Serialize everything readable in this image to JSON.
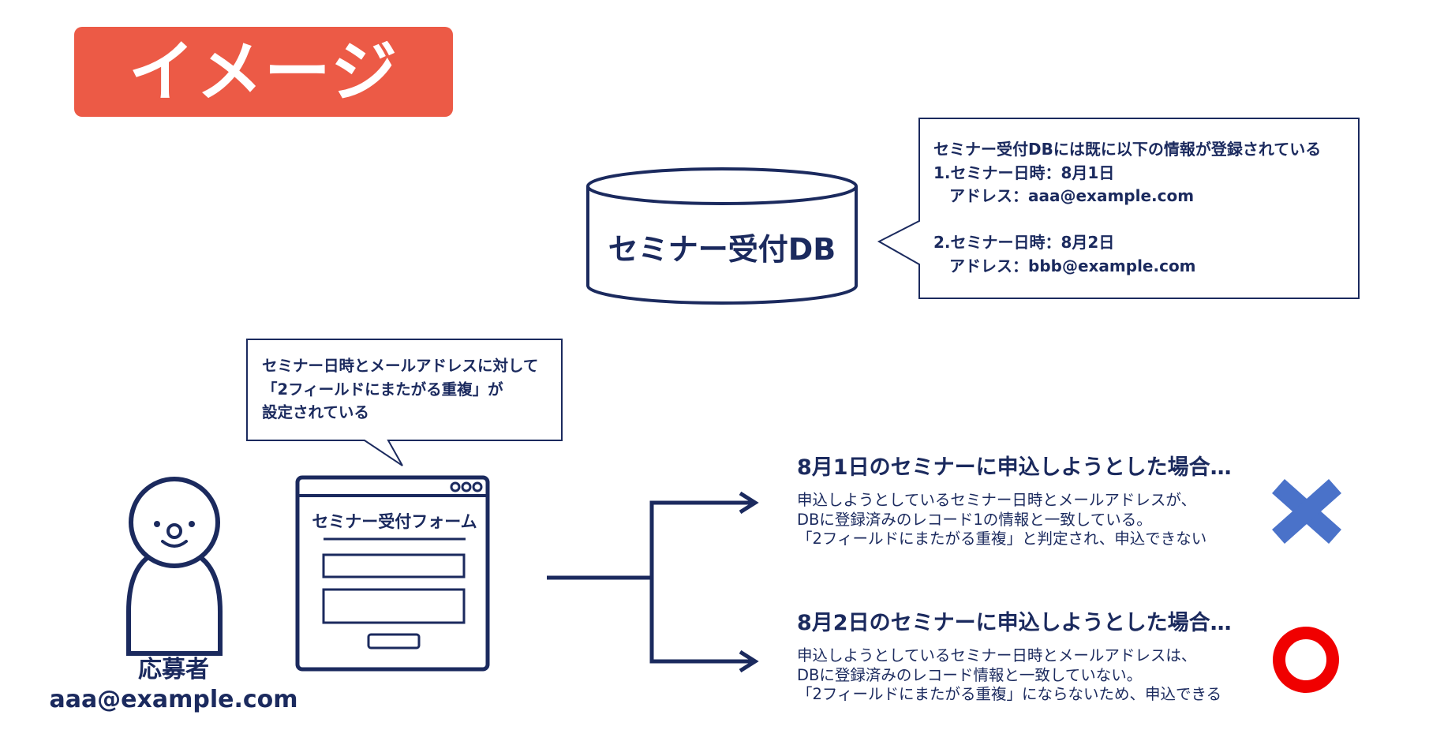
{
  "badge": {
    "label": "イメージ"
  },
  "database": {
    "label": "セミナー受付DB",
    "note_lines": [
      "セミナー受付DBには既に以下の情報が登録されている",
      "1.セミナー日時：8月1日",
      "　アドレス：aaa@example.com",
      "",
      "2.セミナー日時：8月2日",
      "　アドレス：bbb@example.com"
    ]
  },
  "form": {
    "title": "セミナー受付フォーム",
    "note_lines": [
      "セミナー日時とメールアドレスに対して",
      "「2フィールドにまたがる重複」が",
      "設定されている"
    ]
  },
  "applicant": {
    "role": "応募者",
    "email": "aaa@example.com"
  },
  "results": [
    {
      "title": "8月1日のセミナーに申込しようとした場合…",
      "lines": [
        "申込しようとしているセミナー日時とメールアドレスが、",
        "DBに登録済みのレコード1の情報と一致している。",
        "「2フィールドにまたがる重複」と判定され、申込できない"
      ],
      "mark": "cross-icon",
      "mark_color": "#4a72c9"
    },
    {
      "title": "8月2日のセミナーに申込しようとした場合…",
      "lines": [
        "申込しようとしているセミナー日時とメールアドレスは、",
        "DBに登録済みのレコード情報と一致していない。",
        "「2フィールドにまたがる重複」にならないため、申込できる"
      ],
      "mark": "circle-icon",
      "mark_color": "#f00000"
    }
  ],
  "colors": {
    "navy": "#1b2a5e",
    "badge": "#ec5a46"
  }
}
